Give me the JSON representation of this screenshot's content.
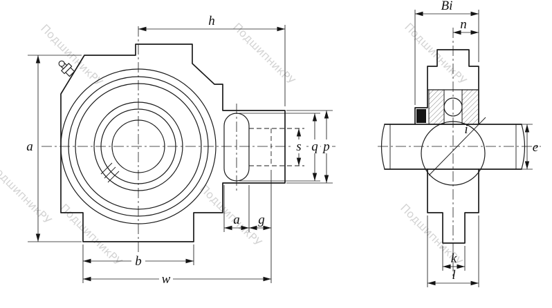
{
  "watermark": {
    "text": "ПодшипникРУ"
  },
  "front_view": {
    "dims": {
      "h": "h",
      "a_side": "a",
      "s": "s",
      "q": "q",
      "p": "p",
      "a_slot": "a",
      "g": "g",
      "b": "b",
      "w": "w"
    }
  },
  "side_view": {
    "dims": {
      "bi": "Bi",
      "n": "n",
      "i": "i",
      "e": "e",
      "k": "k",
      "l": "l"
    }
  },
  "colors": {
    "line": "#1a1a1a",
    "dim_text": "#111111",
    "watermark": "#c6c6c6",
    "background": "#ffffff"
  }
}
